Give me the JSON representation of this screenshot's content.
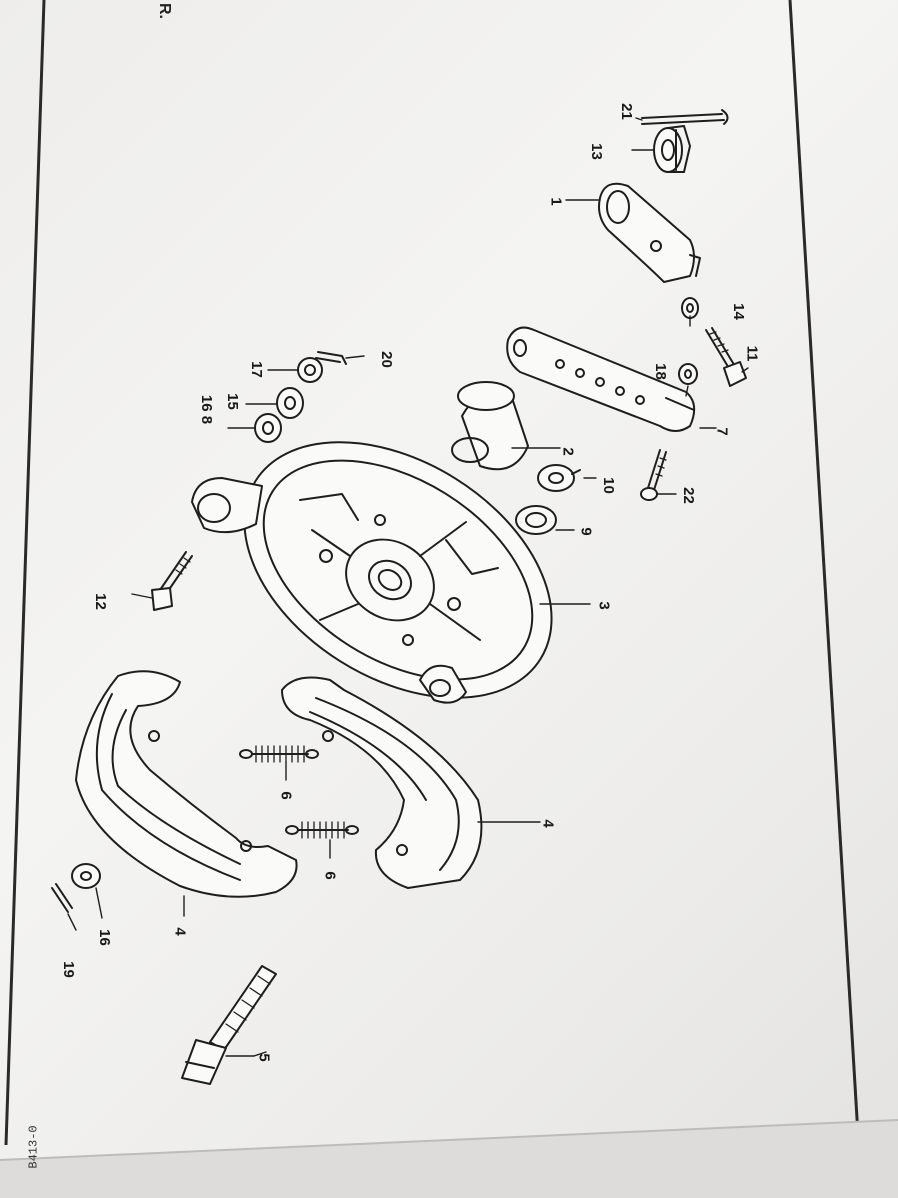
{
  "page": {
    "corner_text": "R.",
    "code_text": "B413-0"
  },
  "callouts": {
    "c21": "21",
    "c13": "13",
    "c1": "1",
    "c14": "14",
    "c11": "11",
    "c20": "20",
    "c17": "17",
    "c15": "15",
    "c16_8": "16 8",
    "c18": "18",
    "c7": "7",
    "c2": "2",
    "c10": "10",
    "c22": "22",
    "c9": "9",
    "c12": "12",
    "c3": "3",
    "c6a": "6",
    "c6b": "6",
    "c4a": "4",
    "c4b": "4",
    "c16": "16",
    "c19": "19",
    "c5": "5"
  }
}
